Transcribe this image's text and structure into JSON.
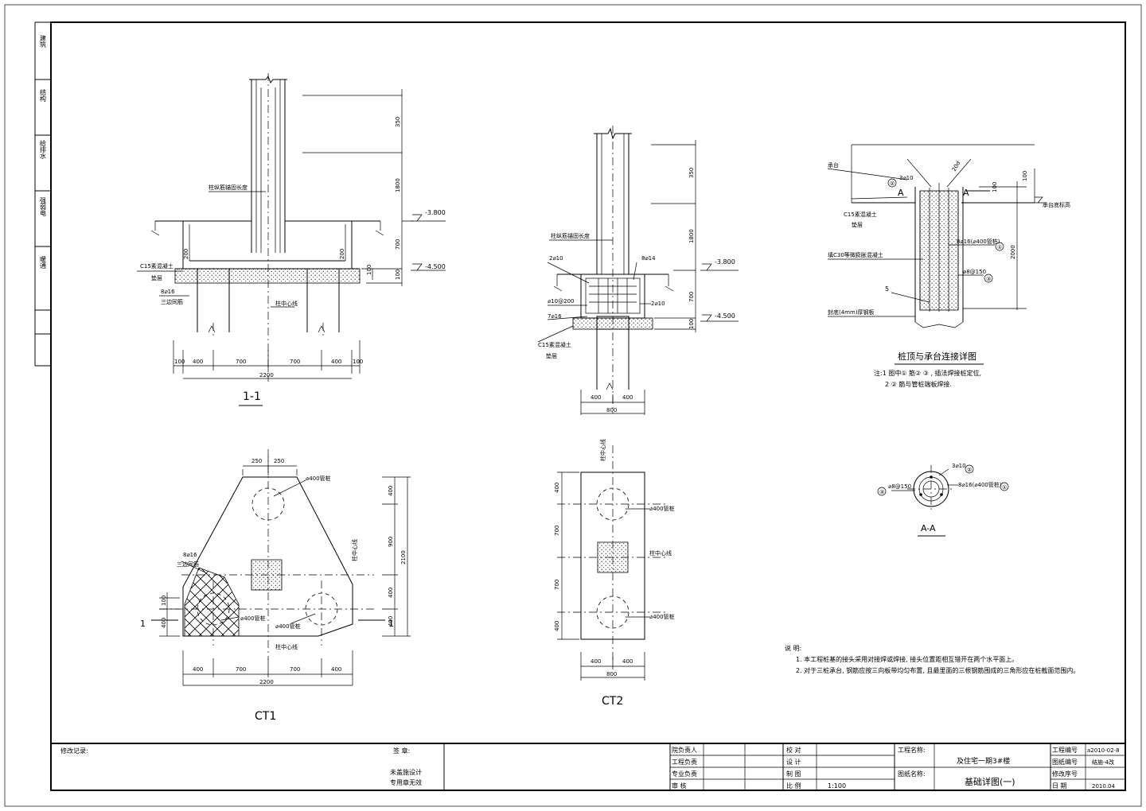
{
  "side_tabs": [
    "建筑",
    "结构",
    "给排水",
    "强弱电",
    "暖通"
  ],
  "sec11": {
    "title": "1-1",
    "elev_top": "-3.800",
    "elev_bot": "-4.500",
    "dims_right": [
      "350",
      "1800",
      "700",
      "100"
    ],
    "dims_bottom": [
      "100",
      "400",
      "700",
      "700",
      "400",
      "100"
    ],
    "total": "2200",
    "dim_200a": "200",
    "dim_200b": "200",
    "dim_100": "100",
    "label_c15": "C15素混凝土",
    "label_c15_sub": "垫层",
    "label_bar": "8⌀16",
    "label_bar_sub": "三边同筋",
    "label_col": "柱纵筋锚固长度",
    "label_axis": "柱中心线"
  },
  "ct2_sec": {
    "elev_top": "-3.800",
    "elev_bot": "-4.500",
    "dims_right": [
      "350",
      "1800",
      "700",
      "100"
    ],
    "label_col": "柱纵筋锚固长度",
    "label_2a": "2⌀10",
    "label_8a": "8⌀14",
    "label_2b": "2⌀10",
    "label_stir": "⌀10@200",
    "label_7": "7⌀16",
    "label_c15": "C15素混凝土",
    "label_c15_sub": "垫层",
    "dims_bottom": [
      "400",
      "400"
    ],
    "total": "800"
  },
  "ct1": {
    "title": "CT1",
    "dims_top": [
      "250",
      "250"
    ],
    "pile_label": "⌀400管桩",
    "pile_label2": "⌀400管桩",
    "pile_label3": "⌀400管桩",
    "bar_label": "8⌀16",
    "bar_label_sub": "三边同筋",
    "axis_label": "柱中心线",
    "axis_label2": "柱中心线",
    "dims_right": [
      "400",
      "900",
      "400",
      "400"
    ],
    "total_right": "2100",
    "dims_bottom": [
      "400",
      "700",
      "700",
      "400"
    ],
    "total": "2200",
    "sec_mark": "1",
    "sec_mark2": "1",
    "dim_400": "400",
    "dim_100": "100"
  },
  "ct2": {
    "title": "CT2",
    "dims_left": [
      "400",
      "700",
      "700",
      "400"
    ],
    "pile_label": "⌀400管桩",
    "pile_label2": "⌀400管桩",
    "axis_label": "柱中心线",
    "axis_label2": "柱中心线",
    "dims_bottom": [
      "400",
      "400"
    ],
    "total": "800"
  },
  "pile_detail": {
    "title": "桩顶与承台连接详图",
    "label_cap": "承台",
    "label_c15": "C15素混凝土",
    "label_c15_sub": "垫层",
    "label_fill": "填C30等微膨胀混凝土",
    "label_plate": "封底(4mm)厚钢板",
    "label_bar1": "8⌀16(⌀400管桩)",
    "label_bar2": "3⌀10",
    "label_stir": "⌀8@150",
    "label_bot": "承台底标高",
    "dim_100": "100",
    "dim_100b": "100",
    "dim_2000": "2000",
    "dim_20d": "20d",
    "circ1": "①",
    "circ2": "②",
    "circ3": "③",
    "num5": "5",
    "sec_a": "A",
    "sec_a2": "A",
    "note1": "注:1 图中①  筋②  ③  ,   插法焊接桩定位,",
    "note2": "2 ②  筋与管桩端板焊接."
  },
  "aa": {
    "title": "A-A",
    "label_bar1": "8⌀16(⌀400管桩)",
    "label_bar2": "3⌀10",
    "label_stir": "⌀8@150",
    "circ1": "①",
    "circ2": "②",
    "circ3": "③"
  },
  "notes": {
    "title": "说  明:",
    "n1": "1. 本工程桩基的接头采用对接焊或焊接,  接头位置距相互错开在两个水平面上。",
    "n2": "2. 对于三桩承台, 钢筋应按三向板带均匀布置, 且最里面的三根钢筋围成的三角形应在桩截面范围内。"
  },
  "titleblock": {
    "revision": "修改记录:",
    "sign": "签     章:",
    "stamp1": "未盖施设计",
    "stamp2": "专用章无效",
    "r1": "院负责人",
    "r2": "工程负责",
    "r3": "专业负责",
    "r4": "审     核",
    "c1": "校     对",
    "c2": "设     计",
    "c3": "制     图",
    "c4": "比     例",
    "scale": "1:100",
    "proj_lbl": "工程名称:",
    "proj_val": "及住宅一期3#楼",
    "dwg_lbl": "图纸名称:",
    "dwg_val": "基础详图(一)",
    "no_lbl": "工程编号",
    "no_val": "a2010-02-8",
    "sheet_lbl": "图纸编号",
    "sheet_val": "结施-4改",
    "rev_lbl": "修改序号",
    "rev_val": "",
    "date_lbl": "日     期",
    "date_val": "2010.04"
  }
}
